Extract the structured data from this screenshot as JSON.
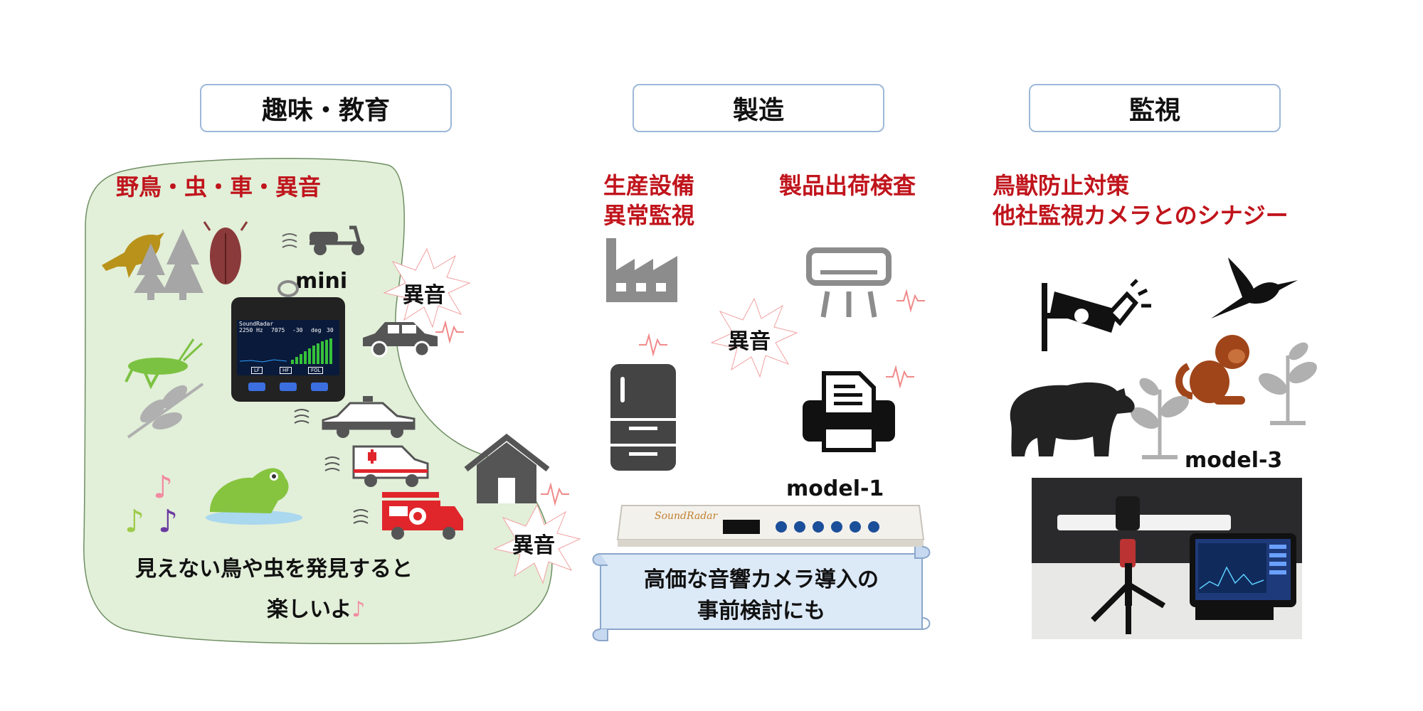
{
  "headers": {
    "hobby": "趣味・教育",
    "manufacturing": "製造",
    "monitoring": "監視"
  },
  "hobby": {
    "subjects": "野鳥・虫・車・異音",
    "device_label": "mini",
    "abnormal_sound_1": "異音",
    "abnormal_sound_2": "異音",
    "caption_line1": "見えない鳥や虫を発見すると",
    "caption_line2": "楽しいよ",
    "caption_note": "♪",
    "device_screen": {
      "brand": "SoundRadar",
      "freq": "2250 Hz",
      "value": "7075",
      "db": "-30",
      "deg_label": "deg",
      "deg": "30",
      "btn1": "LF",
      "btn2": "HF",
      "btn3": "FOL"
    }
  },
  "manufacturing": {
    "label_left_1": "生産設備",
    "label_left_2": "異常監視",
    "label_right": "製品出荷検査",
    "abnormal_sound": "異音",
    "device_label": "model-1",
    "device_brand": "SoundRadar",
    "scroll_line1": "高価な音響カメラ導入の",
    "scroll_line2": "事前検討にも"
  },
  "monitoring": {
    "label_line1": "鳥獣防止対策",
    "label_line2": "他社監視カメラとのシナジー",
    "device_label": "model-3"
  },
  "colors": {
    "header_border": "#9db8d9",
    "accent_red": "#c0141c",
    "blob_fill": "#e2efd9",
    "scroll_fill": "#dce9f7",
    "icon_dark": "#444444",
    "icon_gray": "#9a9a9a",
    "bird_gold": "#b8921a",
    "cicada_brown": "#8a3a3a",
    "grasshopper_green": "#7cc242",
    "monkey_brown": "#a0451a",
    "fire_red": "#e0262b",
    "pulse_pink": "#f08a8a"
  }
}
